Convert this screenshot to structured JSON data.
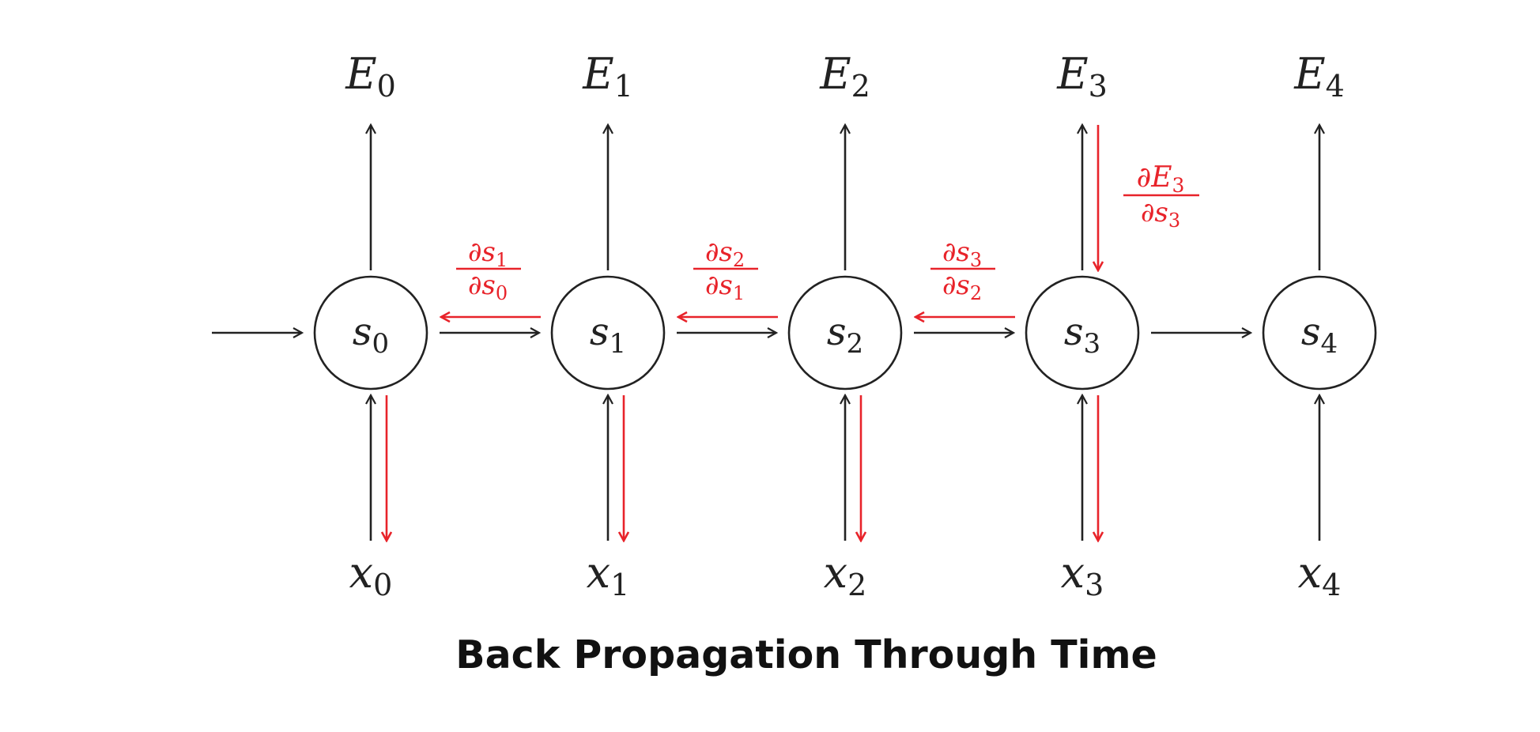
{
  "diagram": {
    "caption": "Back Propagation Through Time",
    "nodes": [
      {
        "state": "s",
        "state_sub": "0",
        "error": "E",
        "error_sub": "0",
        "input": "x",
        "input_sub": "0"
      },
      {
        "state": "s",
        "state_sub": "1",
        "error": "E",
        "error_sub": "1",
        "input": "x",
        "input_sub": "1"
      },
      {
        "state": "s",
        "state_sub": "2",
        "error": "E",
        "error_sub": "2",
        "input": "x",
        "input_sub": "2"
      },
      {
        "state": "s",
        "state_sub": "3",
        "error": "E",
        "error_sub": "3",
        "input": "x",
        "input_sub": "3"
      },
      {
        "state": "s",
        "state_sub": "4",
        "error": "E",
        "error_sub": "4",
        "input": "x",
        "input_sub": "4"
      }
    ],
    "gradients": [
      {
        "num": "∂s",
        "num_sub": "1",
        "den": "∂s",
        "den_sub": "0"
      },
      {
        "num": "∂s",
        "num_sub": "2",
        "den": "∂s",
        "den_sub": "1"
      },
      {
        "num": "∂s",
        "num_sub": "3",
        "den": "∂s",
        "den_sub": "2"
      }
    ],
    "error_gradient": {
      "num": "∂E",
      "num_sub": "3",
      "den": "∂s",
      "den_sub": "3"
    },
    "colors": {
      "line": "#222222",
      "gradient": "#e8232a"
    }
  }
}
